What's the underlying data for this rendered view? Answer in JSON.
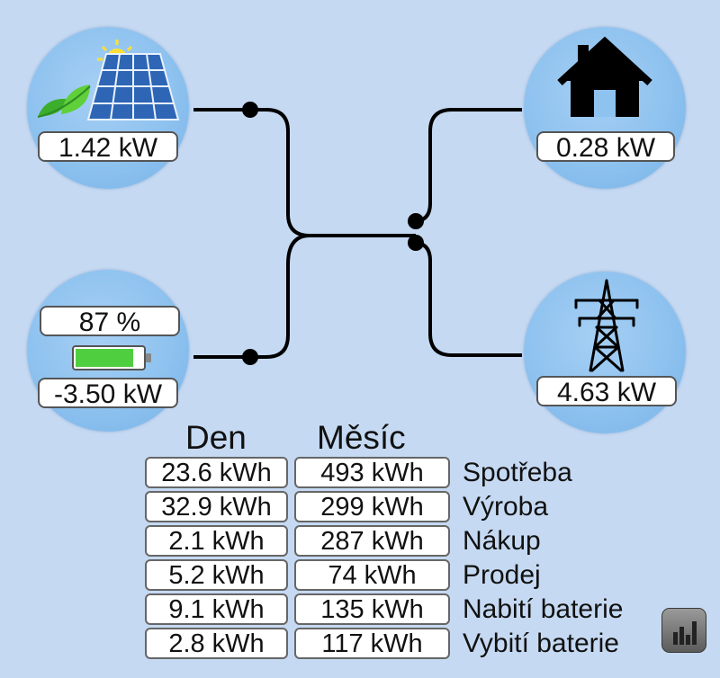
{
  "solar": {
    "power": "1.42 kW",
    "icon": "solar-panel-icon"
  },
  "house": {
    "power": "0.28 kW",
    "icon": "house-icon"
  },
  "battery": {
    "percent": "87 %",
    "power": "-3.50 kW",
    "icon": "battery-icon",
    "charge_level": 0.87
  },
  "grid": {
    "power": "4.63 kW",
    "icon": "power-pylon-icon"
  },
  "stats": {
    "day_header": "Den",
    "month_header": "Měsíc",
    "rows": [
      {
        "day": "23.6 kWh",
        "month": "493 kWh",
        "label": "Spotřeba"
      },
      {
        "day": "32.9 kWh",
        "month": "299 kWh",
        "label": "Výroba"
      },
      {
        "day": "2.1 kWh",
        "month": "287 kWh",
        "label": "Nákup"
      },
      {
        "day": "5.2 kWh",
        "month": "74 kWh",
        "label": "Prodej"
      },
      {
        "day": "9.1 kWh",
        "month": "135 kWh",
        "label": "Nabití baterie"
      },
      {
        "day": "2.8 kWh",
        "month": "117 kWh",
        "label": "Vybití baterie"
      }
    ]
  },
  "chart_button": {
    "icon": "bar-chart-icon"
  },
  "colors": {
    "background": "#c5d9f2",
    "node": "#8ec2ef",
    "battery_fill": "#4fcf3f"
  }
}
